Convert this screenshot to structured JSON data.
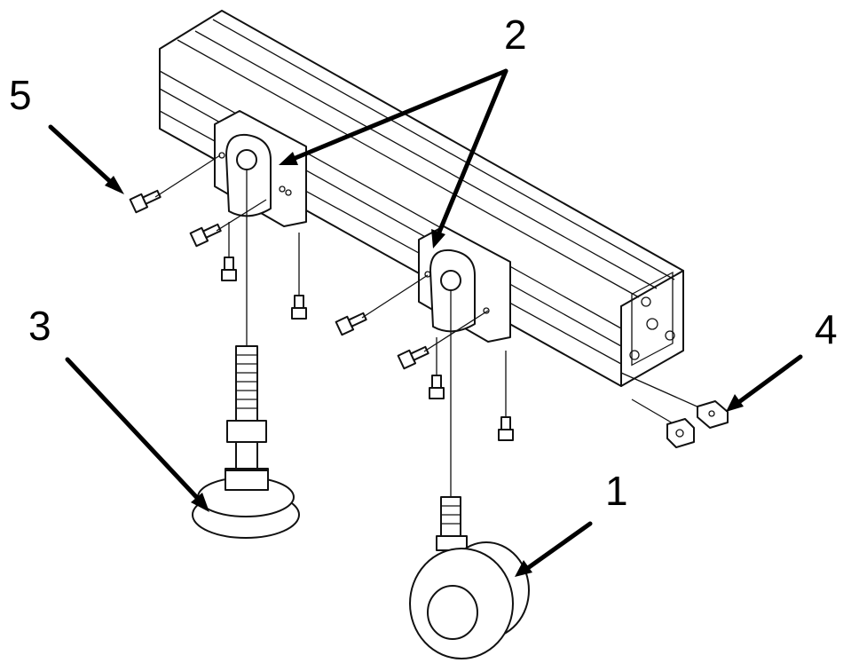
{
  "callouts": {
    "c1": "1",
    "c2": "2",
    "c3": "3",
    "c4": "4",
    "c5": "5"
  },
  "colors": {
    "stroke": "#111111",
    "background": "#ffffff"
  }
}
